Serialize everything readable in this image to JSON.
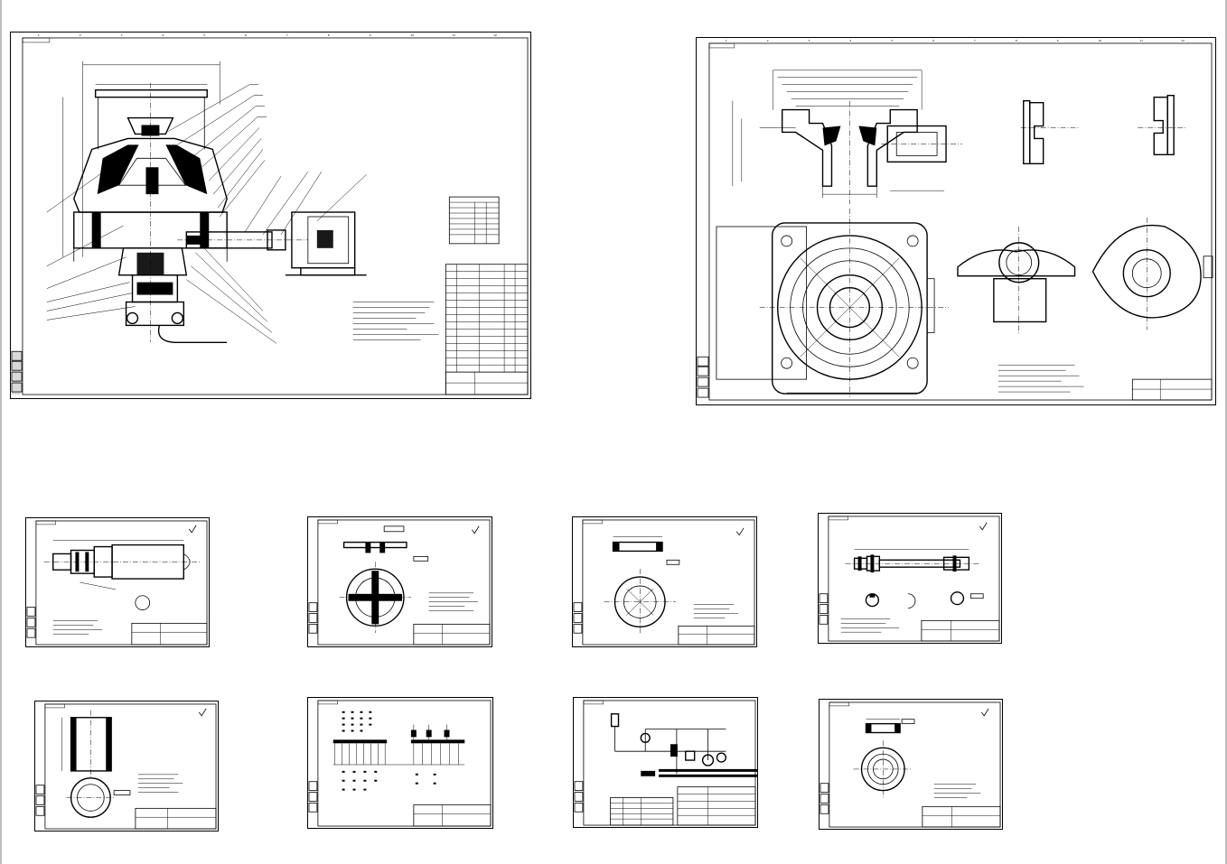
{
  "drawing_sheets": [
    {
      "id": "assembly",
      "grid_numbers": [
        "1",
        "2",
        "3",
        "4",
        "5",
        "6",
        "7",
        "8",
        "9",
        "10",
        "11",
        "12"
      ]
    },
    {
      "id": "housing",
      "grid_numbers": [
        "1",
        "2",
        "3",
        "4",
        "5",
        "6",
        "7",
        "8",
        "9",
        "10",
        "11",
        "12"
      ]
    },
    {
      "id": "shaft"
    },
    {
      "id": "cross-plate"
    },
    {
      "id": "ring-plate"
    },
    {
      "id": "spindle"
    },
    {
      "id": "sleeve"
    },
    {
      "id": "wiring"
    },
    {
      "id": "hydraulic"
    },
    {
      "id": "bushing"
    }
  ]
}
